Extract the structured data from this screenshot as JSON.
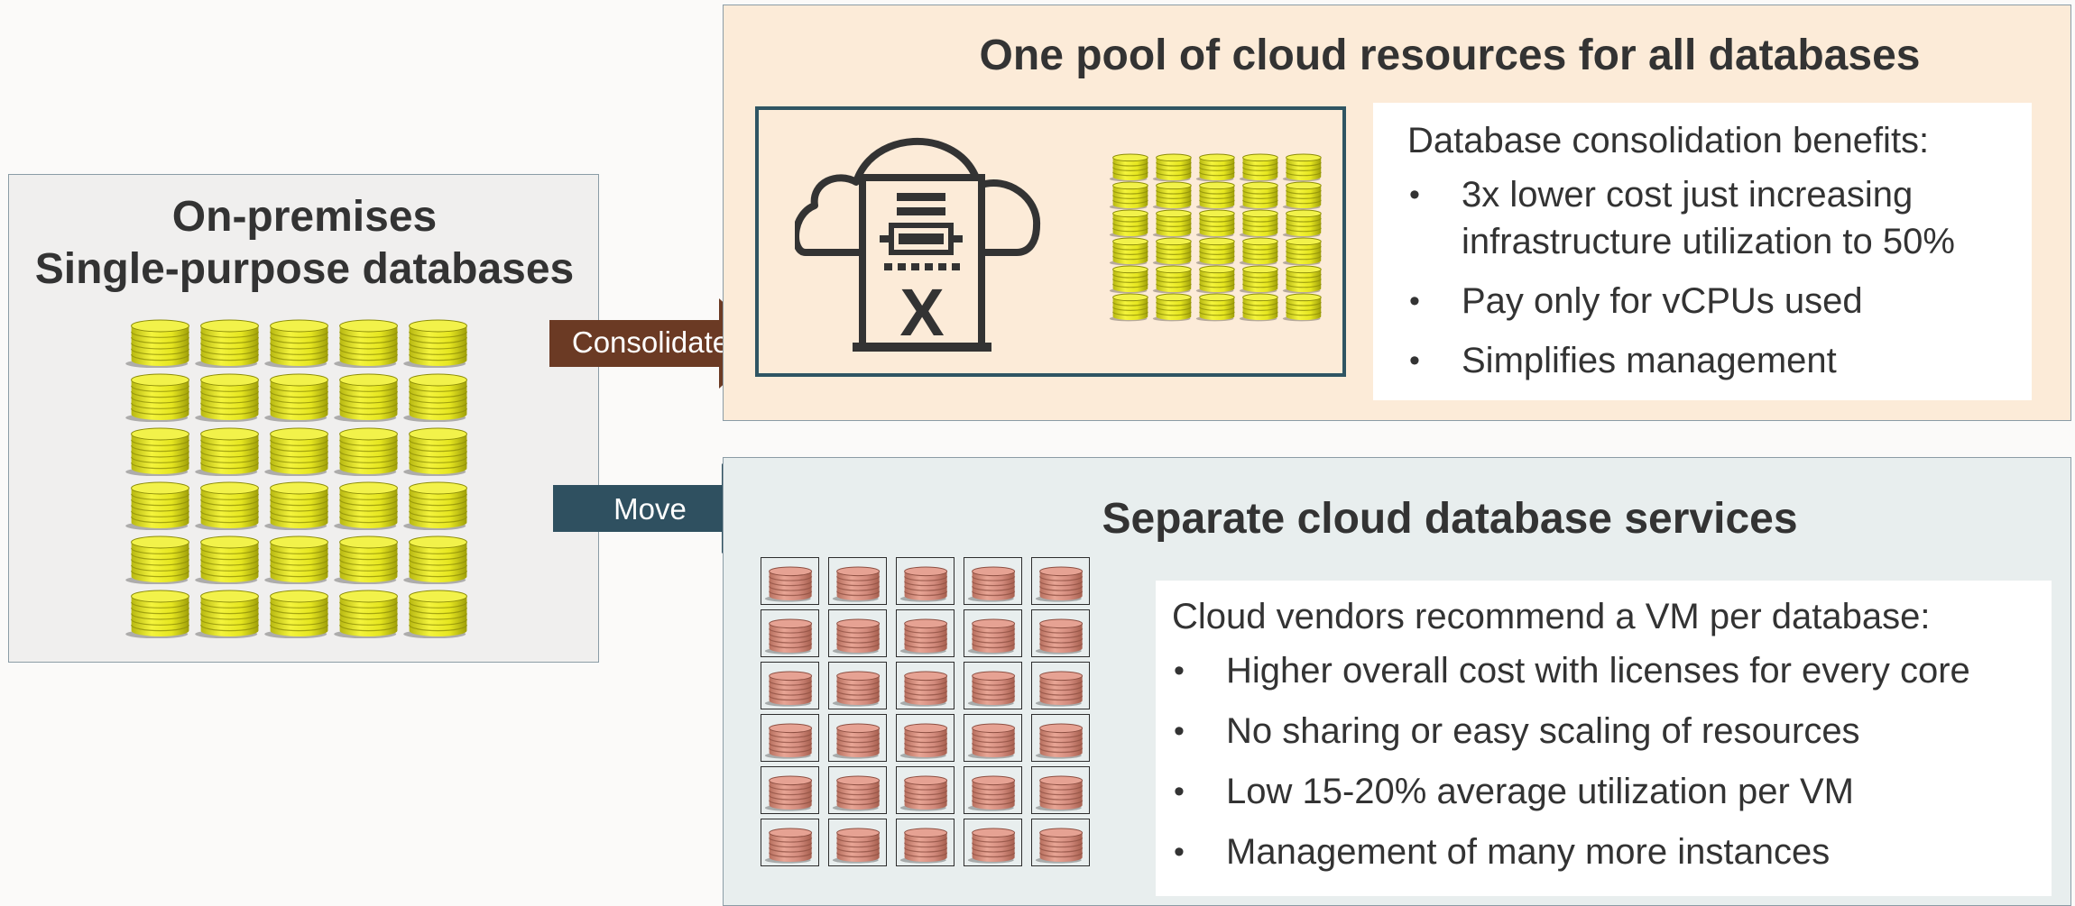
{
  "onprem": {
    "title_line1": "On-premises",
    "title_line2": "Single-purpose databases",
    "db_icon": "yellow-database-stack-icon",
    "db_count": 30
  },
  "arrows": {
    "consolidate": {
      "label": "Consolidate",
      "color": "#6b3a24"
    },
    "move": {
      "label": "Move",
      "color": "#2f5060"
    }
  },
  "pool": {
    "title": "One pool of cloud resources for all databases",
    "cloud_icon": "cloud-exadata-server-icon",
    "db_icon": "small-yellow-database-stack-icon",
    "db_count": 30,
    "benefits_heading": "Database consolidation benefits:",
    "benefits": [
      {
        "line1": "3x lower cost just increasing",
        "line2": "infrastructure utilization to 50%"
      },
      {
        "line1": "Pay only for vCPUs used"
      },
      {
        "line1": "Simplifies management"
      }
    ]
  },
  "separate": {
    "title": "Separate cloud database services",
    "db_icon": "red-database-in-vm-icon",
    "db_count": 30,
    "vendors_heading": "Cloud vendors recommend a VM per database:",
    "points": [
      "Higher overall cost with licenses for every core",
      "No sharing or easy scaling of resources",
      "Low 15-20% average utilization per VM",
      "Management of many more instances"
    ]
  },
  "colors": {
    "db_yellow": "#e4e41c",
    "db_red": "#d28a7c",
    "pool_bg": "#fcebd8",
    "separate_bg": "#e8eeee",
    "onprem_bg": "#f0efee",
    "frame_teal": "#2f5563"
  }
}
